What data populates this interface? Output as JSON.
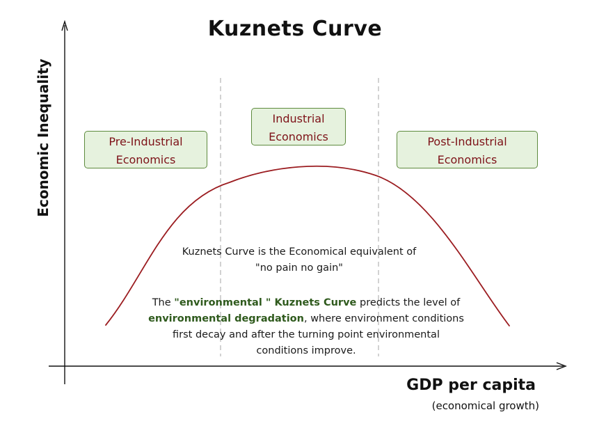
{
  "title": "Kuznets Curve",
  "axes": {
    "y_label": "Economic Inequality",
    "x_label": "GDP per capita",
    "x_sublabel": "(economical growth)"
  },
  "stages": [
    {
      "line1": "Pre-Industrial",
      "line2": "Economics"
    },
    {
      "line1": "Industrial",
      "line2": "Economics"
    },
    {
      "line1": "Post-Industrial",
      "line2": "Economics"
    }
  ],
  "note1": {
    "line1": "Kuznets Curve is the Economical equivalent of",
    "line2": "\"no pain no gain\""
  },
  "note2": {
    "p1": "The ",
    "h1": "\"environmental \" Kuznets Curve",
    "p2": " predicts the level of",
    "h2": "environmental degradation",
    "p3": ", where environment conditions",
    "line3": "first decay and after the turning point environmental",
    "line4": "conditions improve."
  },
  "colors": {
    "curve": "#9b1c20",
    "box_fill": "#e6f2de",
    "box_border": "#5d8a3d",
    "box_text": "#7d1218",
    "highlight": "#2f5a1d",
    "divider": "#b5b5b5"
  }
}
